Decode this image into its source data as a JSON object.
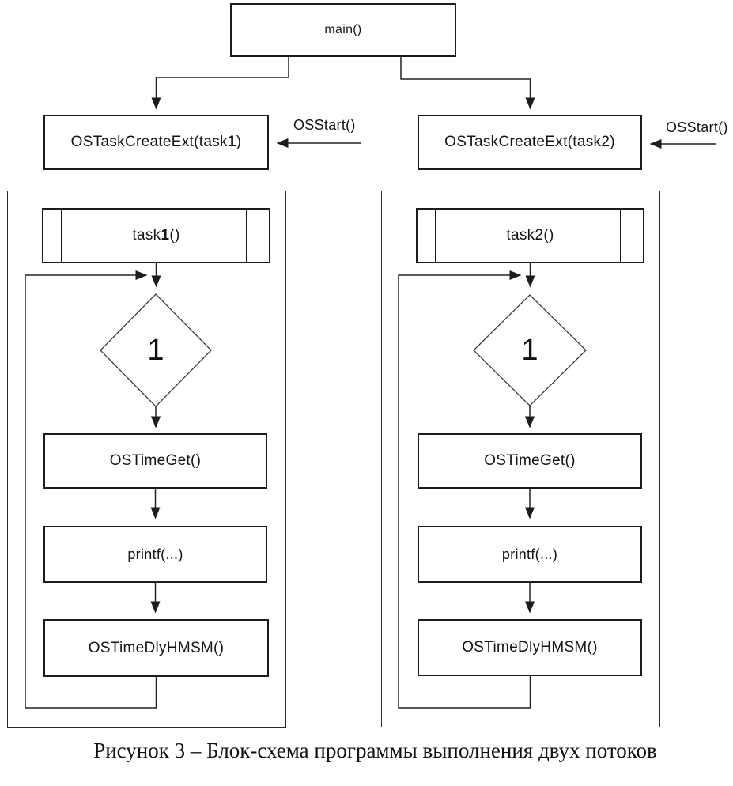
{
  "colors": {
    "ink": "#1c1c1c",
    "paper": "#ffffff"
  },
  "diagram": {
    "main_label": "main()",
    "columns": [
      {
        "create_prefix": "OSTaskCreateExt(task",
        "create_num": "1",
        "create_suffix": ")",
        "osstart_label": "OSStart()",
        "task_prefix": "task",
        "task_num": "1",
        "task_suffix": "()",
        "decision_label": "1",
        "timeget_label": "OSTimeGet()",
        "printf_label": "printf(...)",
        "timedly_label": "OSTimeDlyHMSM()"
      },
      {
        "create_prefix": "OSTaskCreateExt(task",
        "create_num": "2",
        "create_suffix": ")",
        "osstart_label": "OSStart()",
        "task_prefix": "task",
        "task_num": "2",
        "task_suffix": "()",
        "decision_label": "1",
        "timeget_label": "OSTimeGet()",
        "printf_label": "printf(...)",
        "timedly_label": "OSTimeDlyHMSM()"
      }
    ],
    "caption": "Рисунок 3 – Блок-схема программы выполнения двух потоков"
  }
}
